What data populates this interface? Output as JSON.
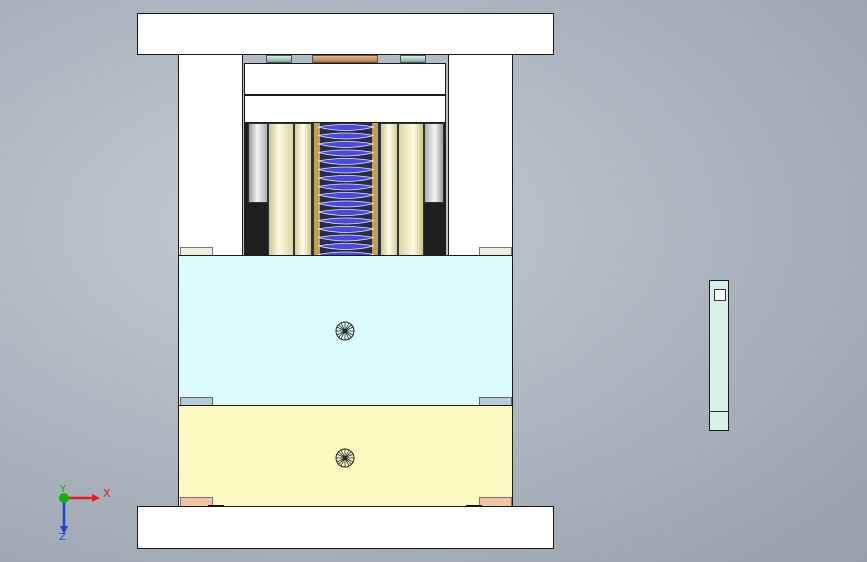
{
  "viewport": {
    "view_name": "Front",
    "background_top": "#c3cad2",
    "background_bottom": "#959fab"
  },
  "mold_assembly": {
    "colors": {
      "plate": "#ffffff",
      "cavity_plate": "#dcfcfc",
      "core_plate": "#fcfac0",
      "spring_coil": "#4a4ad8",
      "guide_pin": "#f8f6c8",
      "bushing": "#c89060",
      "pad": "#f2c4a4",
      "shoulder_blue": "#b8cbd8",
      "shoulder_cream": "#eeeede"
    },
    "side_part": {
      "color": "#d8f0ea"
    }
  },
  "triad": {
    "x_label": "X",
    "y_label": "Y",
    "z_label": "Z",
    "x_color": "#e02020",
    "y_color": "#10b010",
    "z_color": "#2040d0"
  }
}
